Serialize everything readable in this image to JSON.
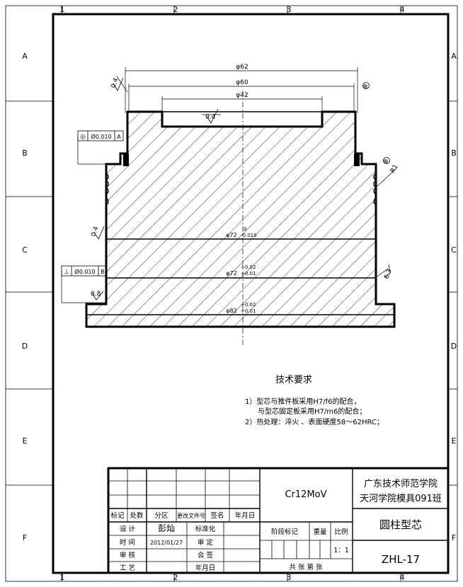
{
  "border": {
    "top_numbers": [
      "1",
      "2",
      "3",
      "4"
    ],
    "bottom_numbers": [
      "1",
      "2",
      "3",
      "4"
    ],
    "side_letters": [
      "A",
      "B",
      "C",
      "D",
      "E",
      "F"
    ]
  },
  "dimensions": {
    "d62": "φ62",
    "d60": "φ60",
    "d42": "φ42",
    "d72a": "φ72",
    "d72a_tol": "-0.019",
    "d72a_tol0": "0",
    "d72b": "φ72",
    "d72b_tol_up": "+0.02",
    "d72b_tol_lo": "+0.01",
    "d82": "φ82",
    "d82_tol_up": "+0.02",
    "d82_tol_lo": "+0.01",
    "r1": "R1"
  },
  "roughness": {
    "r_tl": "0.4",
    "r_inner": "0.4",
    "r_left": "0.4",
    "r_bottom_left": "0.8",
    "r_right_63": "6.3",
    "r_corner_top": "⊗",
    "r_corner_mid": "⊗"
  },
  "tolerance": {
    "frame1_symbol": "◎",
    "frame1_value": "Ø0.010",
    "frame1_datum": "A",
    "frame2_symbol": "⊥",
    "frame2_value": "Ø0.010",
    "frame2_datum": "B"
  },
  "tech": {
    "title": "技术要求",
    "line1": "1）型芯与推件板采用H7/f6的配合，",
    "line2": "与型芯固定板采用H7/m6的配合；",
    "line3": "2）热处理：淬火 、表面硬度58～62HRC；"
  },
  "title_block": {
    "mark": "标记",
    "count": "处数",
    "zone": "分区",
    "change_doc": "更改文件号",
    "signature": "签名",
    "date_hdr": "年月日",
    "design": "设 计",
    "designer": "彭灿",
    "standardize": "标准化",
    "time": "时 间",
    "time_value": "2012/01/27",
    "review": "审 定",
    "check": "审 核",
    "countersign": "会 签",
    "process": "工 艺",
    "date2": "年月日",
    "material": "Cr12MoV",
    "stage_mark": "阶段标记",
    "weight": "重量",
    "scale": "比例",
    "scale_value": "1：1",
    "sheets": "共  张  第  张",
    "school_line1": "广东技术师范学院",
    "school_line2": "天河学院模具091班",
    "part_name": "圆柱型芯",
    "drawing_no": "ZHL-17"
  }
}
